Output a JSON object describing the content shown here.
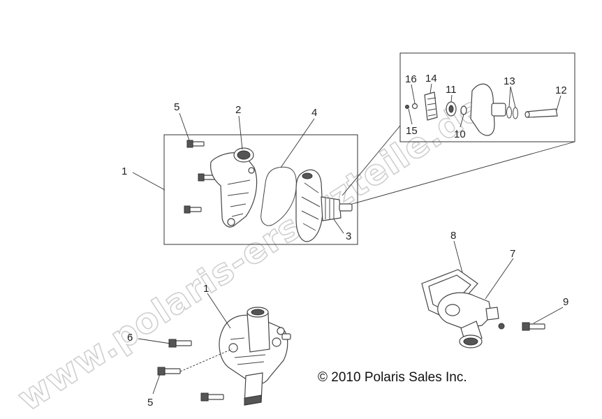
{
  "callouts": [
    {
      "id": "c1a",
      "text": "1"
    },
    {
      "id": "c2",
      "text": "2"
    },
    {
      "id": "c3",
      "text": "3"
    },
    {
      "id": "c4",
      "text": "4"
    },
    {
      "id": "c5a",
      "text": "5"
    },
    {
      "id": "c1b",
      "text": "1"
    },
    {
      "id": "c5b",
      "text": "5"
    },
    {
      "id": "c6",
      "text": "6"
    },
    {
      "id": "c7",
      "text": "7"
    },
    {
      "id": "c8",
      "text": "8"
    },
    {
      "id": "c9",
      "text": "9"
    },
    {
      "id": "c10",
      "text": "10"
    },
    {
      "id": "c11",
      "text": "11"
    },
    {
      "id": "c12",
      "text": "12"
    },
    {
      "id": "c13",
      "text": "13"
    },
    {
      "id": "c14",
      "text": "14"
    },
    {
      "id": "c15",
      "text": "15"
    },
    {
      "id": "c16",
      "text": "16"
    }
  ],
  "copyright": "© 2010 Polaris Sales Inc.",
  "watermark": "www.polaris-ersatzteile.de"
}
